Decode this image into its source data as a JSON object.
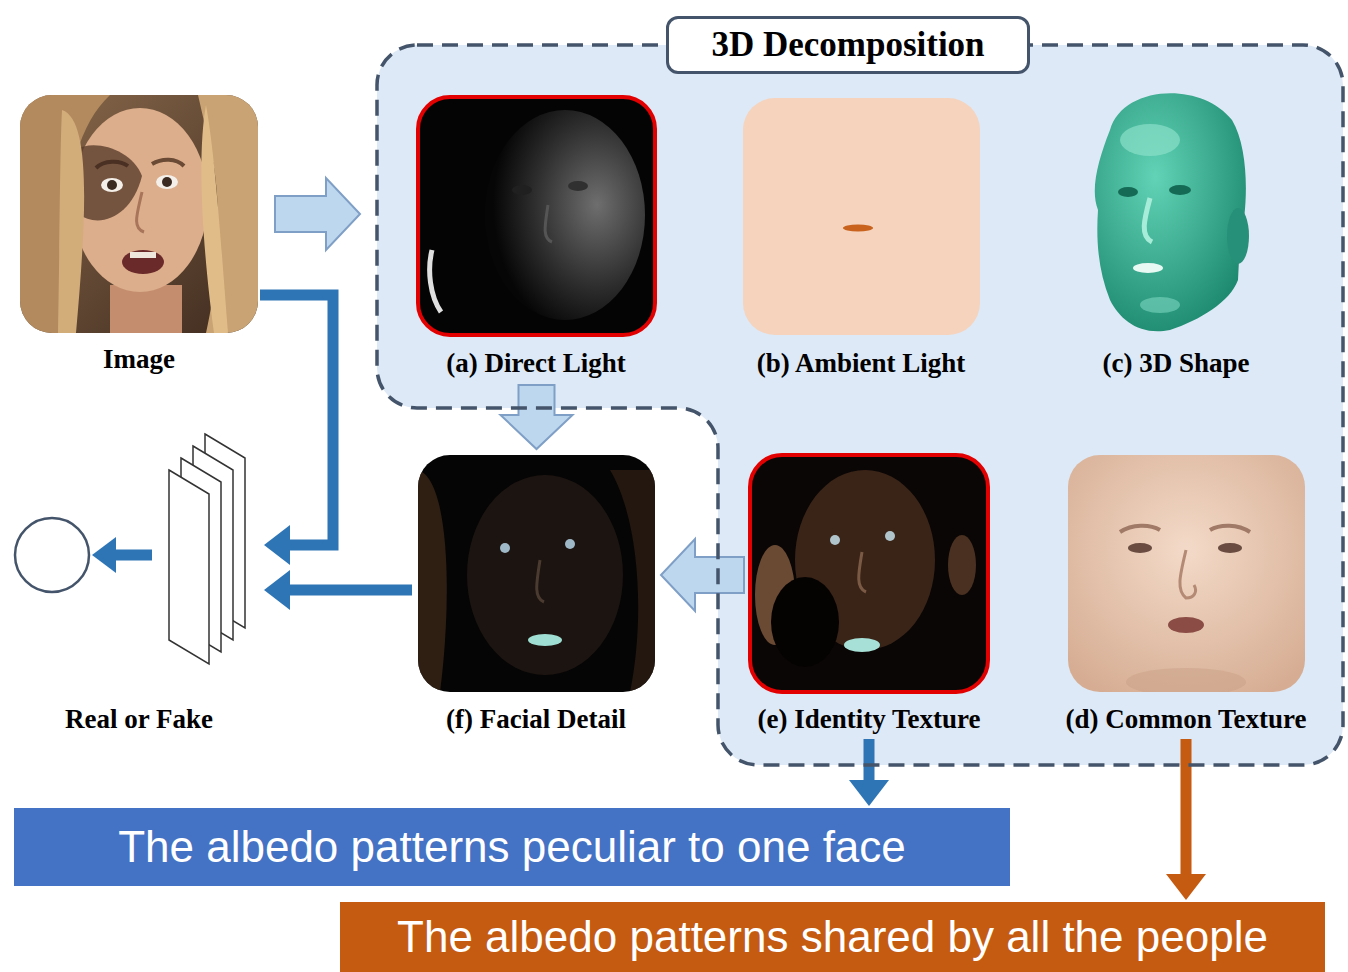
{
  "diagram": {
    "nodes": [
      {
        "text": [
          "Image"
        ]
      },
      {
        "text": [
          "3D Decomposition"
        ]
      },
      {
        "text": [
          "(a) Direct Light"
        ],
        "in": 1
      },
      {
        "text": [
          "(b) Ambient Light"
        ],
        "in": 1
      },
      {
        "text": [
          "(c) 3D Shape"
        ],
        "in": 1
      },
      {
        "text": [
          "Real or Fake"
        ]
      },
      {
        "text": [
          "(f) Facial Detail"
        ]
      },
      {
        "text": [
          "(e) Identity Texture"
        ],
        "in": 1
      },
      {
        "text": [
          "(d) Common Texture"
        ],
        "in": 1
      },
      {
        "text": [
          "The albedo patterns peculiar to one face"
        ]
      },
      {
        "text": [
          "The albedo patterns shared by all the people"
        ]
      }
    ],
    "edges": [
      {
        "from": 0,
        "to": 1,
        "arrow": "to"
      },
      {
        "from": 0,
        "to": 5,
        "arrow": "to"
      },
      {
        "from": 2,
        "to": 6,
        "arrow": "to"
      },
      {
        "from": 7,
        "to": 6,
        "arrow": "to"
      },
      {
        "from": 6,
        "to": 5,
        "arrow": "to"
      },
      {
        "from": 7,
        "to": 9,
        "arrow": "to"
      },
      {
        "from": 8,
        "to": 10,
        "arrow": "to"
      }
    ]
  }
}
